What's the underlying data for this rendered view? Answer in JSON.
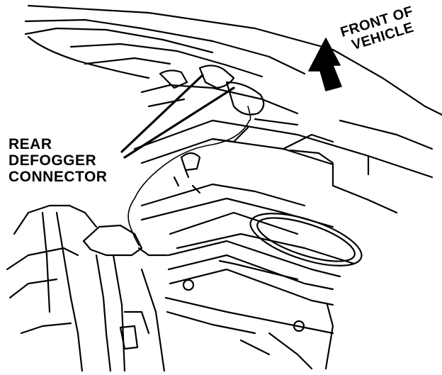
{
  "callouts": {
    "rear_defogger": [
      "REAR",
      "DEFOGGER",
      "CONNECTOR"
    ],
    "front_of_vehicle": [
      "FRONT OF",
      "VEHICLE"
    ]
  },
  "colors": {
    "ink": "#000000",
    "paper": "#ffffff"
  },
  "icons": {
    "direction_arrow": "arrow-up-left-icon"
  }
}
